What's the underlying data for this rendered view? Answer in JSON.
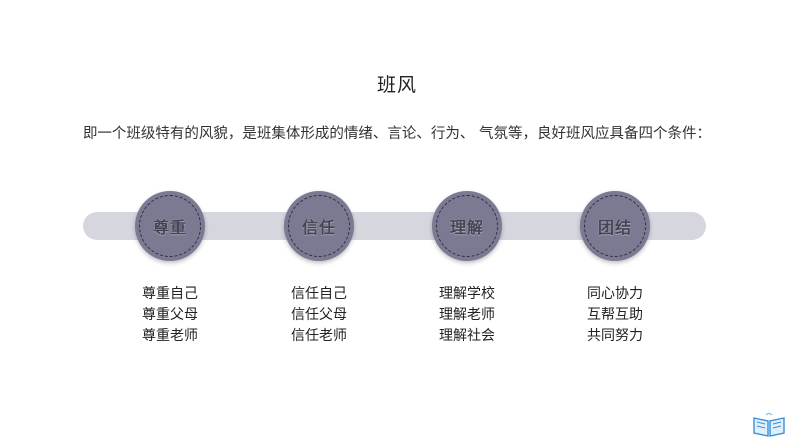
{
  "title": "班风",
  "description": "即一个班级特有的风貌，是班集体形成的情绪、言论、行为、 气氛等，良好班风应具备四个条件：",
  "conditions": [
    {
      "label": "尊重",
      "items": [
        "尊重自己",
        "尊重父母",
        "尊重老师"
      ]
    },
    {
      "label": "信任",
      "items": [
        "信任自己",
        "信任父母",
        "信任老师"
      ]
    },
    {
      "label": "理解",
      "items": [
        "理解学校",
        "理解老师",
        "理解社会"
      ]
    },
    {
      "label": "团结",
      "items": [
        "同心协力",
        "互帮互助",
        "共同努力"
      ]
    }
  ],
  "colors": {
    "node": "#7a7a93",
    "track": "#d6d6df",
    "accent": "#3a8fd6"
  },
  "icons": {
    "corner": "book-icon"
  }
}
